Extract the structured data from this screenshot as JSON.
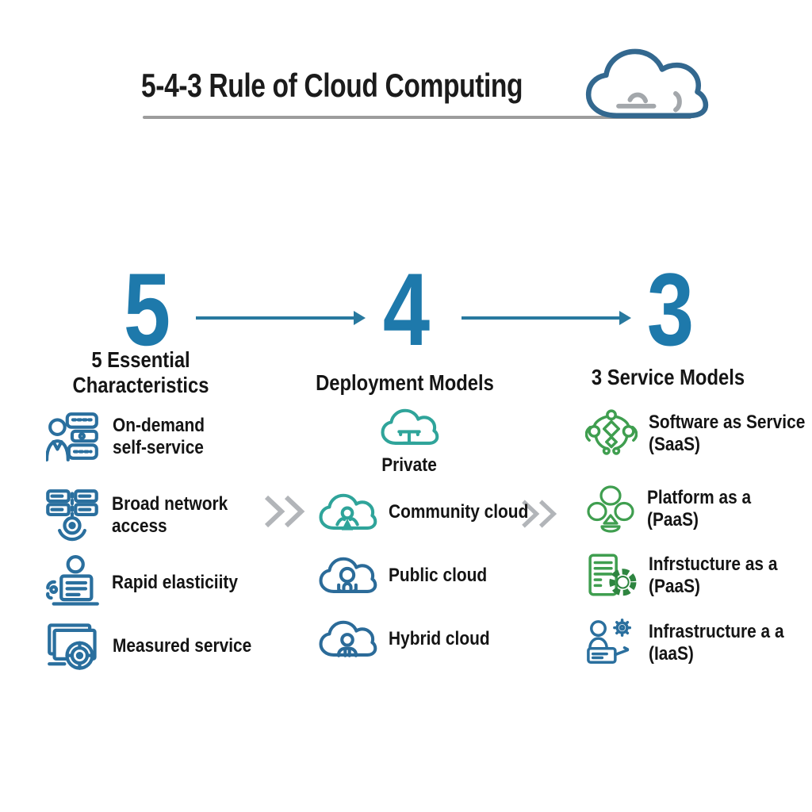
{
  "header": {
    "title": "5-4-3 Rule of Cloud Computing",
    "logo_icon": "cloud-icon"
  },
  "colors": {
    "number_blue": "#1e79ab",
    "arrow_blue": "#28799f",
    "icon_blue": "#2a6f9e",
    "icon_teal": "#2fa49a",
    "icon_green": "#3f9e4f",
    "icon_dark_green": "#2e8540",
    "chevron_gray": "#b2b5b9",
    "divider_gray": "#9d9d9d",
    "text_black": "#1b1b1b"
  },
  "flow": {
    "steps": [
      {
        "number": "5",
        "label_lines": [
          "5 Essential",
          "Characteristics"
        ]
      },
      {
        "number": "4",
        "label_lines": [
          "Deployment Models"
        ]
      },
      {
        "number": "3",
        "label_lines": [
          "3 Service Models"
        ]
      }
    ],
    "connector_icon": "arrow-right-icon",
    "column_connector_icon": "double-chevron-right-icon"
  },
  "columns": {
    "characteristics": {
      "items": [
        {
          "icon": "user-servers-icon",
          "lines": [
            "On-demand",
            "self-service"
          ]
        },
        {
          "icon": "network-servers-icon",
          "lines": [
            "Broad network",
            "access"
          ]
        },
        {
          "icon": "user-laptop-icon",
          "lines": [
            "Rapid elasticiity"
          ]
        },
        {
          "icon": "monitor-gauge-icon",
          "lines": [
            "Measured service"
          ]
        }
      ]
    },
    "deployment": {
      "items": [
        {
          "icon": "private-cloud-icon",
          "lines": [
            "Private"
          ]
        },
        {
          "icon": "community-cloud-icon",
          "lines": [
            "Community cloud"
          ]
        },
        {
          "icon": "public-cloud-icon",
          "lines": [
            "Public cloud"
          ]
        },
        {
          "icon": "hybrid-cloud-icon",
          "lines": [
            "Hybrid cloud"
          ]
        }
      ]
    },
    "services": {
      "items": [
        {
          "icon": "saas-network-icon",
          "lines": [
            "Software as Service",
            "(SaaS)"
          ]
        },
        {
          "icon": "paas-clover-icon",
          "lines": [
            "Platform as a",
            "(PaaS)"
          ]
        },
        {
          "icon": "infrastructure-document-icon",
          "lines": [
            "Infrstucture as a",
            "(PaaS)"
          ]
        },
        {
          "icon": "iaas-engineer-icon",
          "lines": [
            "Infrastructure a a",
            "(IaaS)"
          ]
        }
      ]
    }
  }
}
